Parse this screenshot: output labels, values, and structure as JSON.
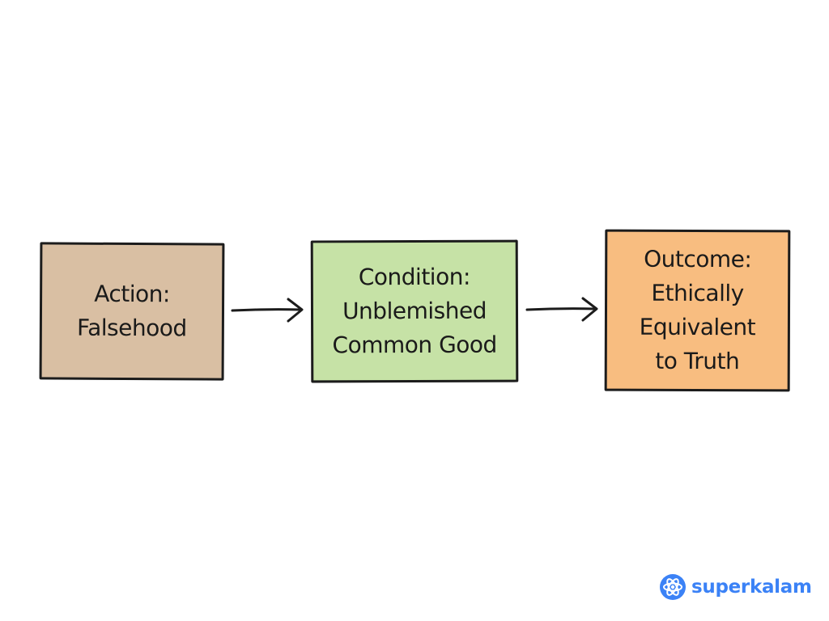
{
  "colors": {
    "action_fill": "#d9bfa3",
    "condition_fill": "#c6e2a6",
    "outcome_fill": "#f8bd80",
    "stroke": "#1c1c1c",
    "brand": "#3b82f6"
  },
  "nodes": [
    {
      "label": "Action:\nFalsehood"
    },
    {
      "label": "Condition:\nUnblemished\nCommon Good"
    },
    {
      "label": "Outcome:\nEthically\nEquivalent\nto Truth"
    }
  ],
  "edges": [
    {
      "from": 0,
      "to": 1
    },
    {
      "from": 1,
      "to": 2
    }
  ],
  "brand": {
    "name": "superkalam",
    "icon": "atom-logo-icon"
  }
}
